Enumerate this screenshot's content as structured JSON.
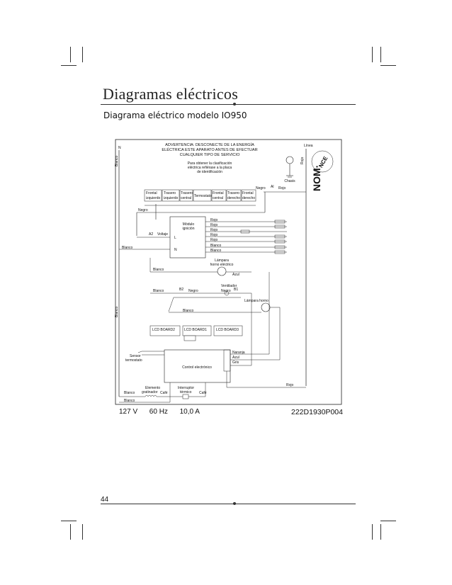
{
  "page": {
    "title": "Diagramas eléctricos",
    "subtitle": "Diagrama eléctrico modelo IO950",
    "page_number": "44"
  },
  "footer": {
    "spec": "127 V      60 Hz      10,0 A",
    "code": "222D1930P004"
  },
  "diagram": {
    "warning": [
      "ADVERTENCIA: DESCONECTE DE LA ENERGÍA",
      "ELÉCTRICA ESTE APARATO ANTES DE EFECTUAR",
      "CUALQUIER TIPO DE SERVICIO"
    ],
    "note": [
      "Para obtener la clasificación",
      "eléctrica refiérase a la placa",
      "de identificación"
    ],
    "labels": {
      "n": "N",
      "linea": "Línea",
      "rojo": "Rojo",
      "chasis": "Chasis",
      "blanco": "Blanco",
      "negro": "Negro",
      "al": "Al",
      "a2": "A2",
      "b2": "B2",
      "b1": "B1",
      "azul": "Azul",
      "voltaje": "Voltaje",
      "l": "L",
      "n_terminal": "N",
      "modulo": [
        "Módulo",
        "ignición"
      ],
      "lampara_electrico": [
        "Lámpara",
        "horno eléctrico"
      ],
      "ventilador": "Ventilador",
      "lampara_horno": "Lámpara horno",
      "sensor": [
        "Sensor",
        "termostato"
      ],
      "control": "Control electrónico",
      "elemento": [
        "Elemento",
        "gratinador"
      ],
      "interruptor": [
        "Interruptor",
        "térmico"
      ],
      "cafe": "Café",
      "naranja": "Naranja",
      "azul_term": "Azul",
      "gris": "Gris",
      "nom": "NOM·",
      "nce": "NCE"
    },
    "burners": [
      [
        "Frontal",
        "izquierdo"
      ],
      [
        "Trasero",
        "izquierdo"
      ],
      [
        "Trasero",
        "central"
      ],
      [
        "Termostato"
      ],
      [
        "Frontal",
        "central"
      ],
      [
        "Trasero",
        "derecho"
      ],
      [
        "Frontal",
        "derecho"
      ]
    ],
    "module_wires": [
      "Rojo",
      "Rojo",
      "Rojo",
      "Rojo",
      "Rojo",
      "Blanco",
      "Blanco"
    ],
    "lcd_boards": [
      "LCD BOARD2",
      "LCD BOARD1",
      "LCD BOARD3"
    ]
  }
}
